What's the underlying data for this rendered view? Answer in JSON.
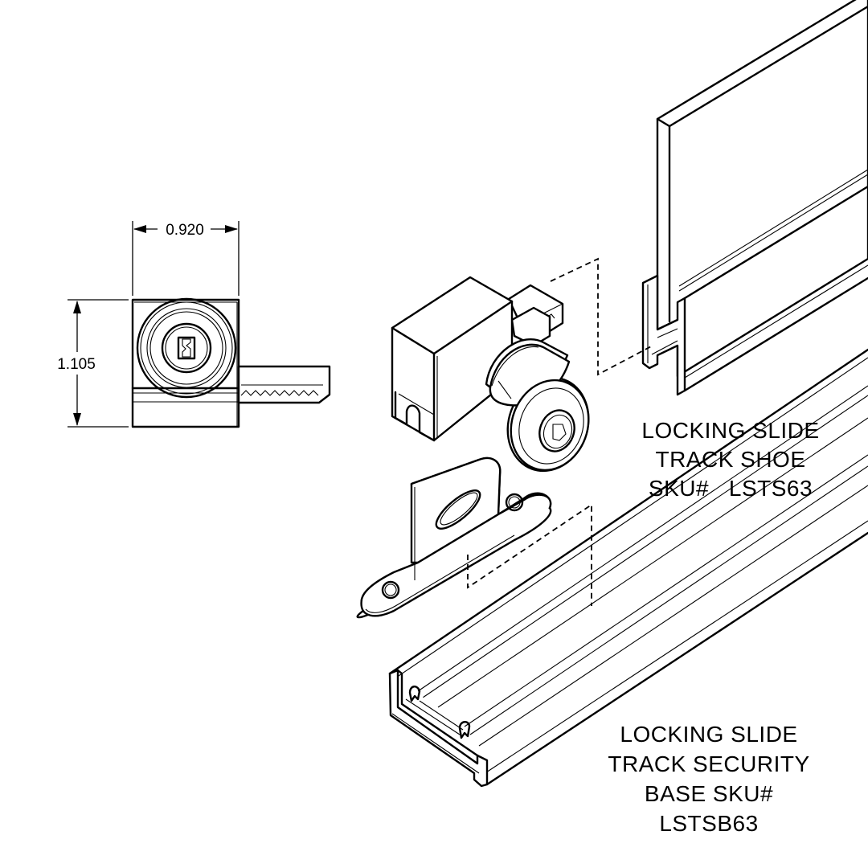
{
  "dimensions": {
    "width": "0.920",
    "height": "1.105"
  },
  "labels": {
    "shoe": [
      "LOCKING SLIDE",
      "TRACK SHOE",
      "SKU#   LSTS63"
    ],
    "base": [
      "LOCKING SLIDE",
      "TRACK SECURITY",
      "BASE SKU#",
      "LSTSB63"
    ]
  }
}
